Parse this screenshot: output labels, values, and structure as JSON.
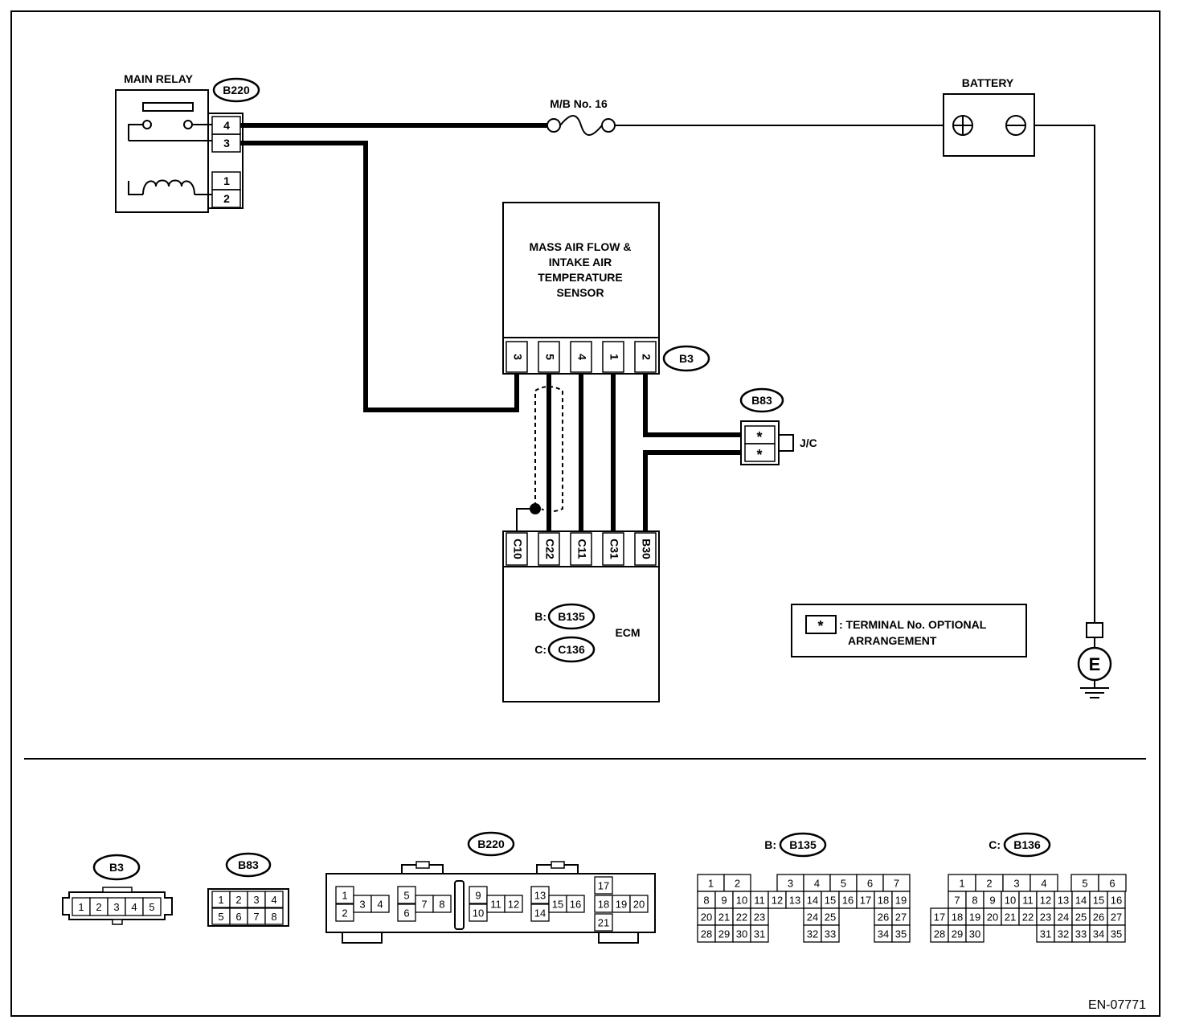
{
  "main_relay": {
    "title": "MAIN RELAY",
    "connector": "B220",
    "pins": [
      "4",
      "3",
      "1",
      "2"
    ]
  },
  "fuse": {
    "label": "M/B No. 16"
  },
  "battery": {
    "title": "BATTERY"
  },
  "sensor": {
    "lines": [
      "MASS AIR FLOW &",
      "INTAKE AIR",
      "TEMPERATURE",
      "SENSOR"
    ],
    "connector": "B3",
    "pins": [
      "3",
      "5",
      "4",
      "1",
      "2"
    ]
  },
  "jc": {
    "connector": "B83",
    "label": "J/C",
    "pins": [
      "*",
      "*"
    ]
  },
  "ecm": {
    "label": "ECM",
    "pins": [
      "C10",
      "C22",
      "C11",
      "C31",
      "B30"
    ],
    "b_prefix": "B:",
    "b_connector": "B135",
    "c_prefix": "C:",
    "c_connector": "C136"
  },
  "legend": {
    "symbol": "*",
    "line1": ": TERMINAL No. OPTIONAL",
    "line2": "ARRANGEMENT"
  },
  "ground": {
    "label": "E"
  },
  "faces": {
    "b3": {
      "title": "B3",
      "pins": [
        "1",
        "2",
        "3",
        "4",
        "5"
      ]
    },
    "b83": {
      "title": "B83",
      "pins": [
        "1",
        "2",
        "3",
        "4",
        "5",
        "6",
        "7",
        "8"
      ]
    },
    "b220": {
      "title": "B220",
      "pins": [
        "1",
        "2",
        "3",
        "4",
        "5",
        "6",
        "7",
        "8",
        "9",
        "10",
        "11",
        "12",
        "13",
        "14",
        "15",
        "16",
        "17",
        "18",
        "19",
        "20",
        "21"
      ]
    },
    "b135": {
      "prefix": "B:",
      "title": "B135",
      "rows": [
        [
          "1",
          "2",
          "",
          "",
          "3",
          "4",
          "5",
          "6",
          "7"
        ],
        [
          "8",
          "9",
          "10",
          "11",
          "12",
          "13",
          "14",
          "15",
          "16",
          "17",
          "18",
          "19"
        ],
        [
          "20",
          "21",
          "22",
          "23",
          "",
          "",
          "24",
          "25",
          "",
          "",
          "26",
          "27"
        ],
        [
          "28",
          "29",
          "30",
          "31",
          "",
          "",
          "32",
          "33",
          "",
          "",
          "34",
          "35"
        ]
      ]
    },
    "b136": {
      "prefix": "C:",
      "title": "B136",
      "rows": [
        [
          "",
          "1",
          "2",
          "3",
          "4",
          "",
          "5",
          "6"
        ],
        [
          "",
          "7",
          "8",
          "9",
          "10",
          "11",
          "12",
          "13",
          "14",
          "15",
          "16"
        ],
        [
          "17",
          "18",
          "19",
          "20",
          "21",
          "22",
          "23",
          "24",
          "25",
          "26",
          "27"
        ],
        [
          "28",
          "29",
          "30",
          "",
          "",
          "",
          "31",
          "32",
          "33",
          "34",
          "35"
        ]
      ]
    }
  },
  "doc_id": "EN-07771"
}
